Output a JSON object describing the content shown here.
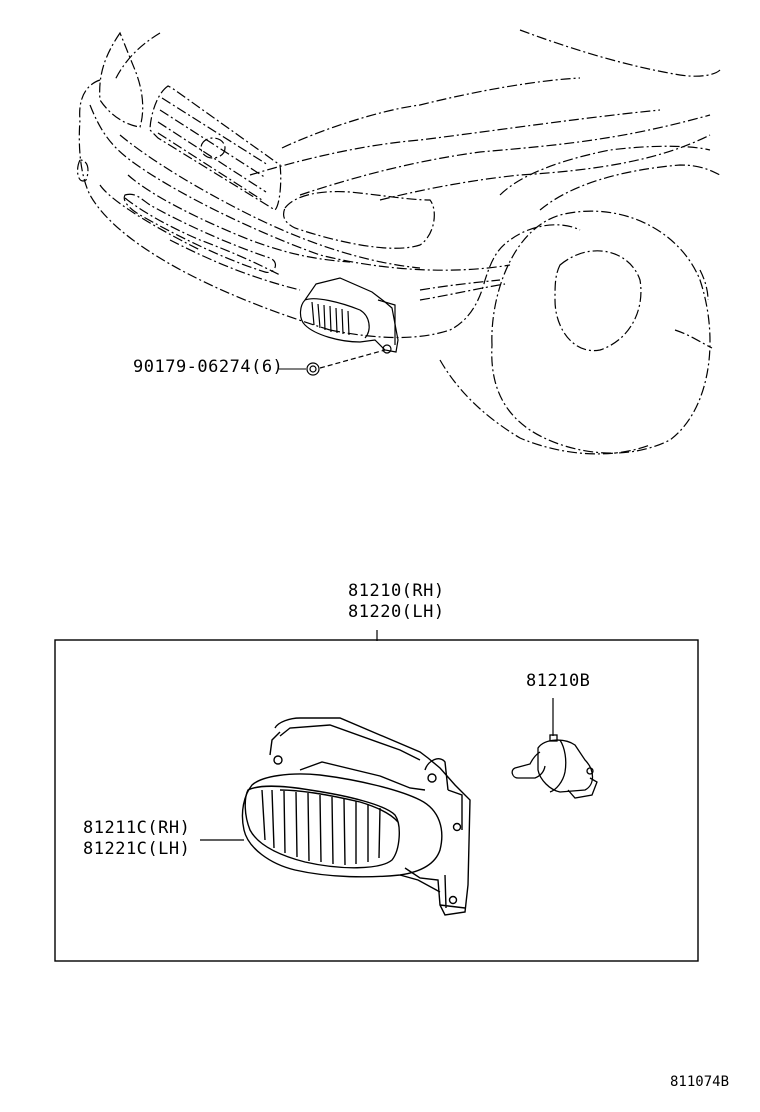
{
  "diagram": {
    "type": "parts-exploded-view",
    "subject": "Front fog lamp assembly",
    "labels": {
      "nut": "90179-06274(6)",
      "assembly_rh": "81210(RH)",
      "assembly_lh": "81220(LH)",
      "bulb": "81210B",
      "unit_rh": "81211C(RH)",
      "unit_lh": "81221C(LH)",
      "illustration_id": "811074B"
    },
    "colors": {
      "line": "#000000",
      "background": "#ffffff"
    }
  }
}
